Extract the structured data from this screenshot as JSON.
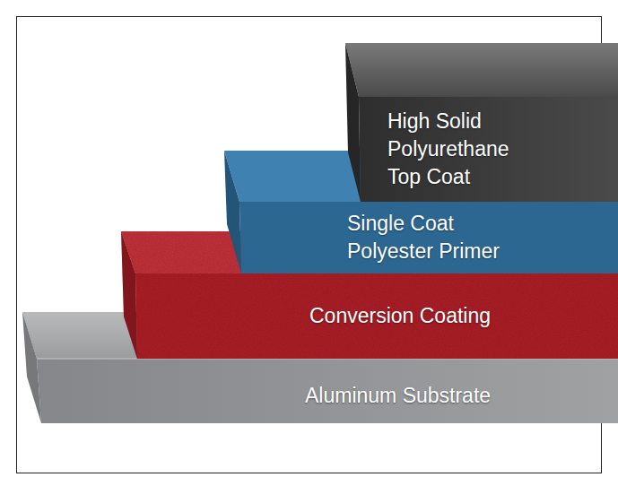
{
  "diagram": {
    "nodes": [
      {
        "text": [
          "High Solid Polyurethane Top Coat"
        ]
      },
      {
        "text": [
          "Single Coat Polyester Primer"
        ]
      },
      {
        "text": [
          "Conversion Coating"
        ]
      },
      {
        "text": [
          "Aluminum Substrate"
        ]
      }
    ]
  }
}
